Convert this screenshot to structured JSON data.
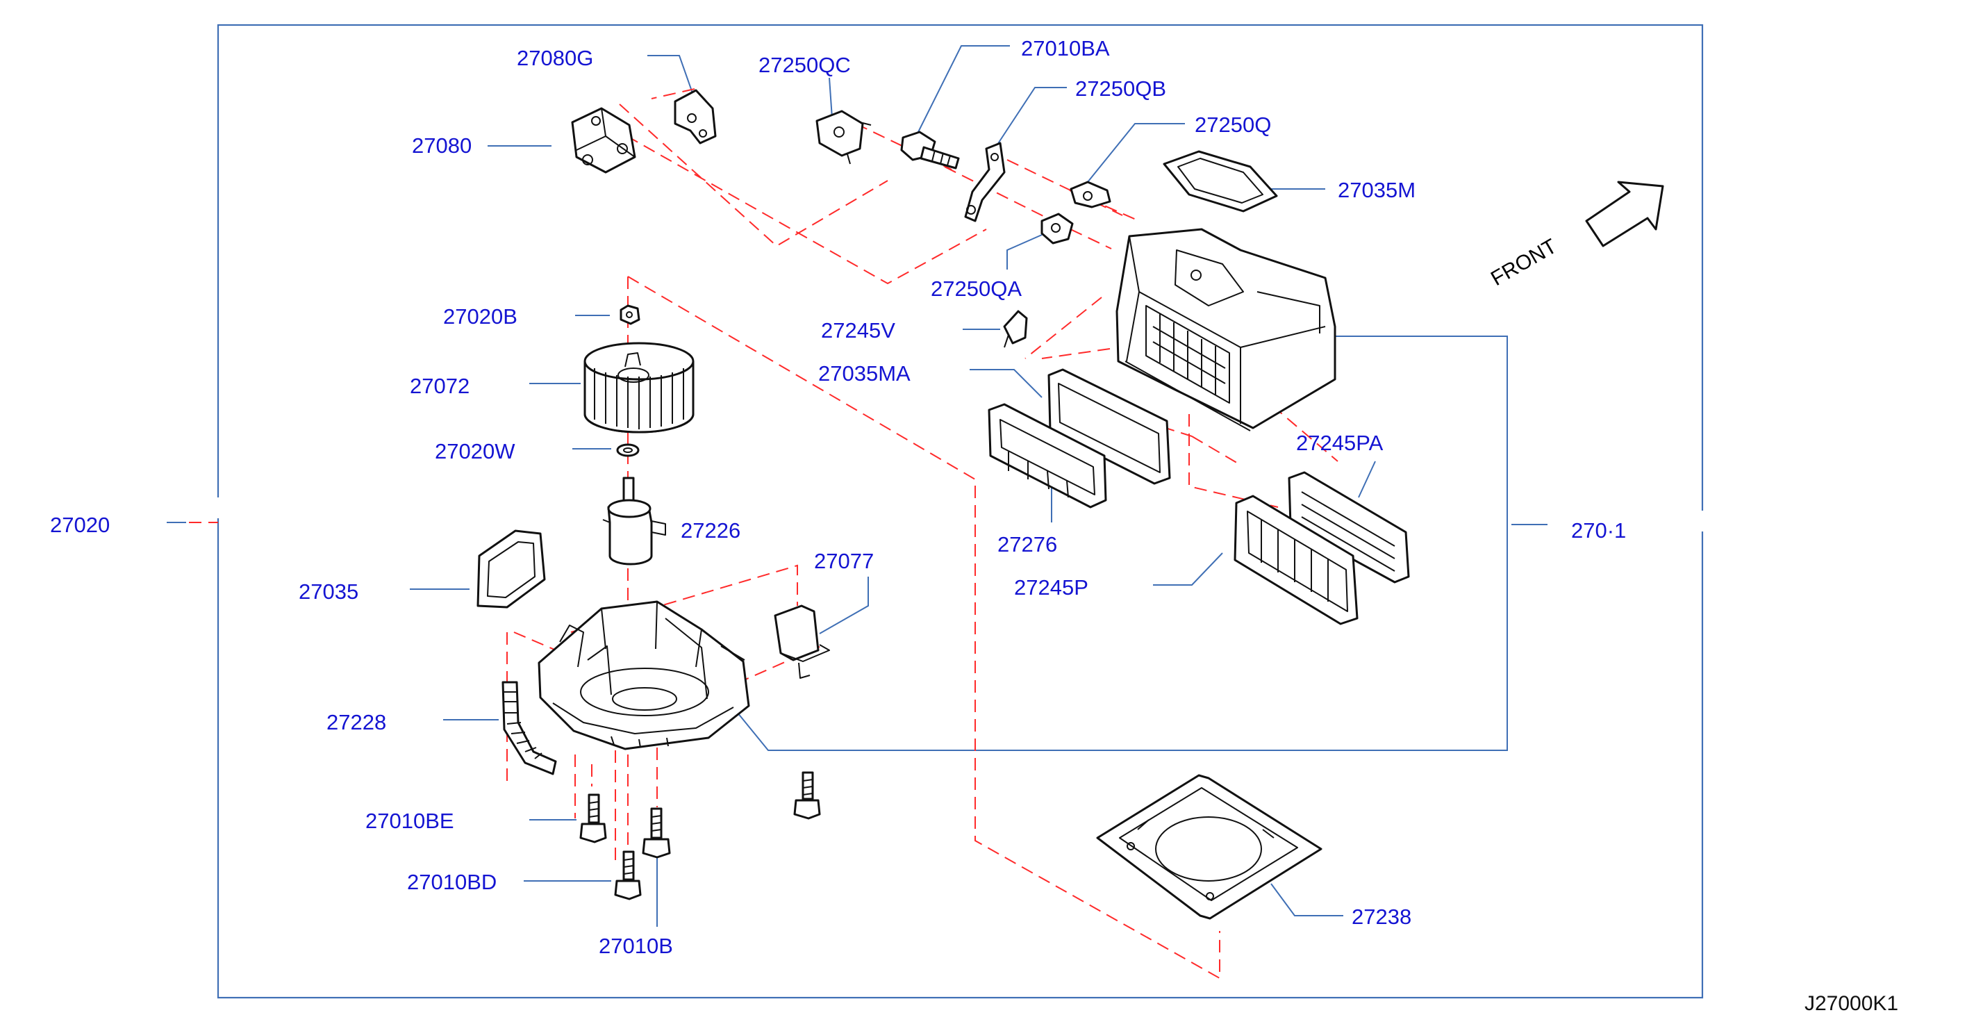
{
  "diagram_code": "J27000K1",
  "front_label": "FRONT",
  "colors": {
    "frame": "#3f6fb5",
    "leader": "#3f6fb5",
    "dashed_guide": "#ff2a2a",
    "label": "#1414d2",
    "part_outline": "#111111"
  },
  "labels": {
    "p27080G": "27080G",
    "p27080": "27080",
    "p27250QC": "27250QC",
    "p27010BA": "27010BA",
    "p27250QB": "27250QB",
    "p27250Q": "27250Q",
    "p27035M": "27035M",
    "p27250QA": "27250QA",
    "p27020B": "27020B",
    "p27245V": "27245V",
    "p27035MA": "27035MA",
    "p27072": "27072",
    "p27020W": "27020W",
    "p27245PA": "27245PA",
    "p27020": "27020",
    "p27226": "27226",
    "p27276": "27276",
    "p27011": "270·1",
    "p27035": "27035",
    "p27077": "27077",
    "p27245P": "27245P",
    "p27228": "27228",
    "p27010BE": "27010BE",
    "p27010BD": "27010BD",
    "p27010B": "27010B",
    "p27238": "27238"
  }
}
